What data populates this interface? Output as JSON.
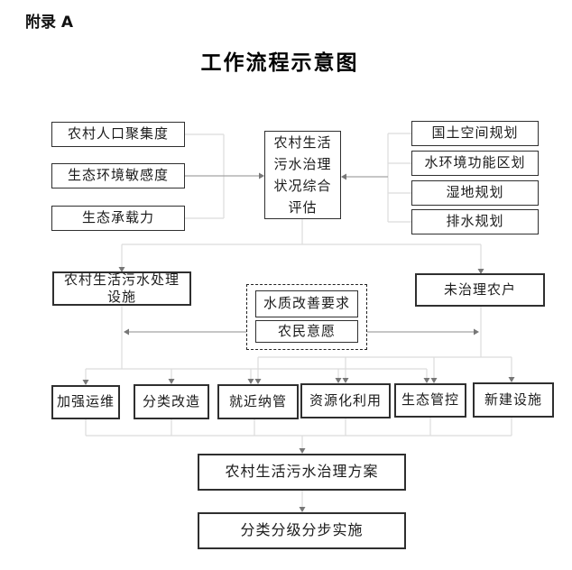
{
  "header": {
    "appendix": "附录 A",
    "title": "工作流程示意图"
  },
  "colors": {
    "box_border": "#2f2f2f",
    "connector_light": "#d9d9d9",
    "connector_mid": "#a3a3a3",
    "arrowhead": "#777777",
    "background": "#ffffff"
  },
  "nodes": {
    "inputs_left": [
      {
        "label": "农村人口聚集度"
      },
      {
        "label": "生态环境敏感度"
      },
      {
        "label": "生态承载力"
      }
    ],
    "center": {
      "label": "农村生活\n污水治理\n状况综合\n评估"
    },
    "inputs_right": [
      {
        "label": "国土空间规划"
      },
      {
        "label": "水环境功能区划"
      },
      {
        "label": "湿地规划"
      },
      {
        "label": "排水规划"
      }
    ],
    "facilities": {
      "label": "农村生活污水处理\n设施"
    },
    "factors": [
      {
        "label": "水质改善要求"
      },
      {
        "label": "农民意愿"
      }
    ],
    "untreated": {
      "label": "未治理农户"
    },
    "measures": [
      {
        "label": "加强运维"
      },
      {
        "label": "分类改造"
      },
      {
        "label": "就近纳管"
      },
      {
        "label": "资源化利用"
      },
      {
        "label": "生态管控"
      },
      {
        "label": "新建设施"
      }
    ],
    "plan": {
      "label": "农村生活污水治理方案"
    },
    "implementation": {
      "label": "分类分级分步实施"
    }
  }
}
